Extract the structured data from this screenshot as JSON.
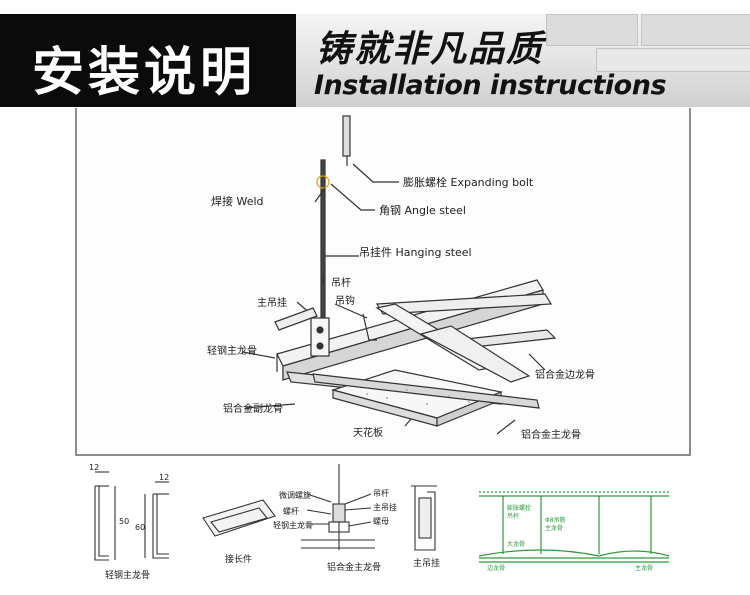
{
  "header": {
    "title_cn": "安装说明",
    "slogan_cn": "铸就非凡品质",
    "subtitle_en": "Installation instructions"
  },
  "diagram": {
    "labels": {
      "expanding_bolt": "膨胀螺栓 Expanding bolt",
      "weld": "焊接 Weld",
      "angle_steel": "角钢 Angle steel",
      "hanging_steel": "吊挂件 Hanging steel",
      "rod": "吊杆",
      "main_hanger": "主吊挂",
      "hook": "吊钩",
      "light_steel_main_keel": "轻钢主龙骨",
      "aluminum_edge_keel": "铝合金边龙骨",
      "aluminum_sub_keel": "铝合金副龙骨",
      "ceiling_board": "天花板",
      "aluminum_main_keel": "铝合金主龙骨"
    }
  },
  "details": {
    "profile": {
      "dim_top1": "12",
      "dim_top2": "12",
      "dim_h1": "50",
      "dim_h2": "60",
      "caption": "轻钢主龙骨"
    },
    "connector": {
      "caption": "接长件"
    },
    "section": {
      "lbl_adjust": "微调螺旋",
      "lbl_screw": "螺杆",
      "lbl_keel": "轻钢主龙骨",
      "lbl_rod": "吊杆",
      "lbl_hanger": "主吊挂",
      "lbl_nut": "螺母",
      "caption": "铝合金主龙骨"
    },
    "bracket": {
      "caption": "主吊挂"
    },
    "elevation": {
      "lbl_a": "膨胀螺栓",
      "lbl_b": "吊杆",
      "lbl_c": "Φ8吊筋",
      "lbl_d": "主龙骨",
      "lbl_e": "大龙骨",
      "lbl_f": "边龙骨",
      "lbl_g": "主龙骨"
    }
  },
  "colors": {
    "header_black": "#0b0b0b",
    "line": "#333333",
    "green": "#2e9a3c"
  }
}
